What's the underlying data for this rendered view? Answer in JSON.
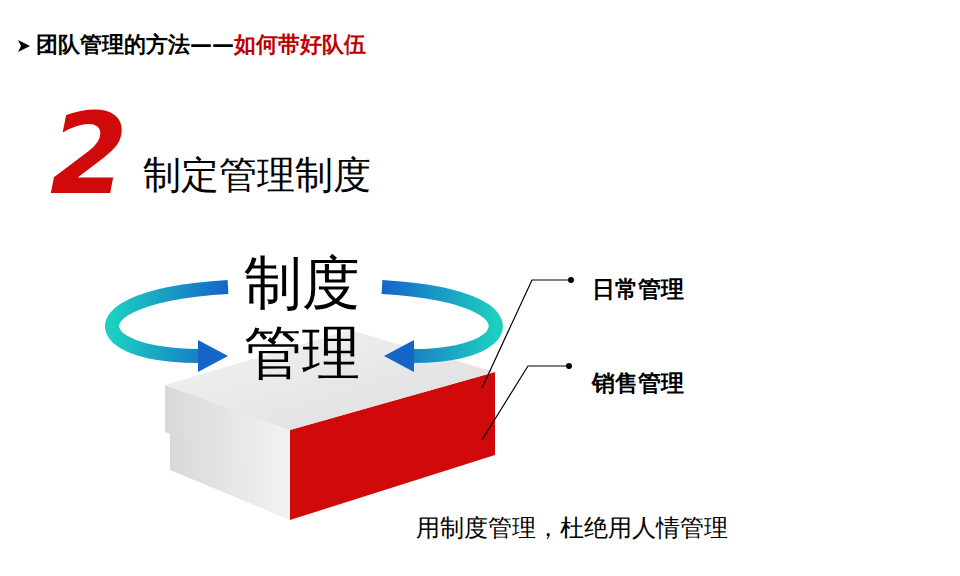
{
  "diagram": {
    "title": "团队管理的方法——",
    "nodes": [
      {
        "text": [
          "制度 管理"
        ]
      }
    ],
    "labels": [
      "如何带好队伍",
      "2",
      "制定管理制度",
      "日常管理",
      "销售管理",
      "用制度管理，杜绝用人情管理"
    ]
  }
}
